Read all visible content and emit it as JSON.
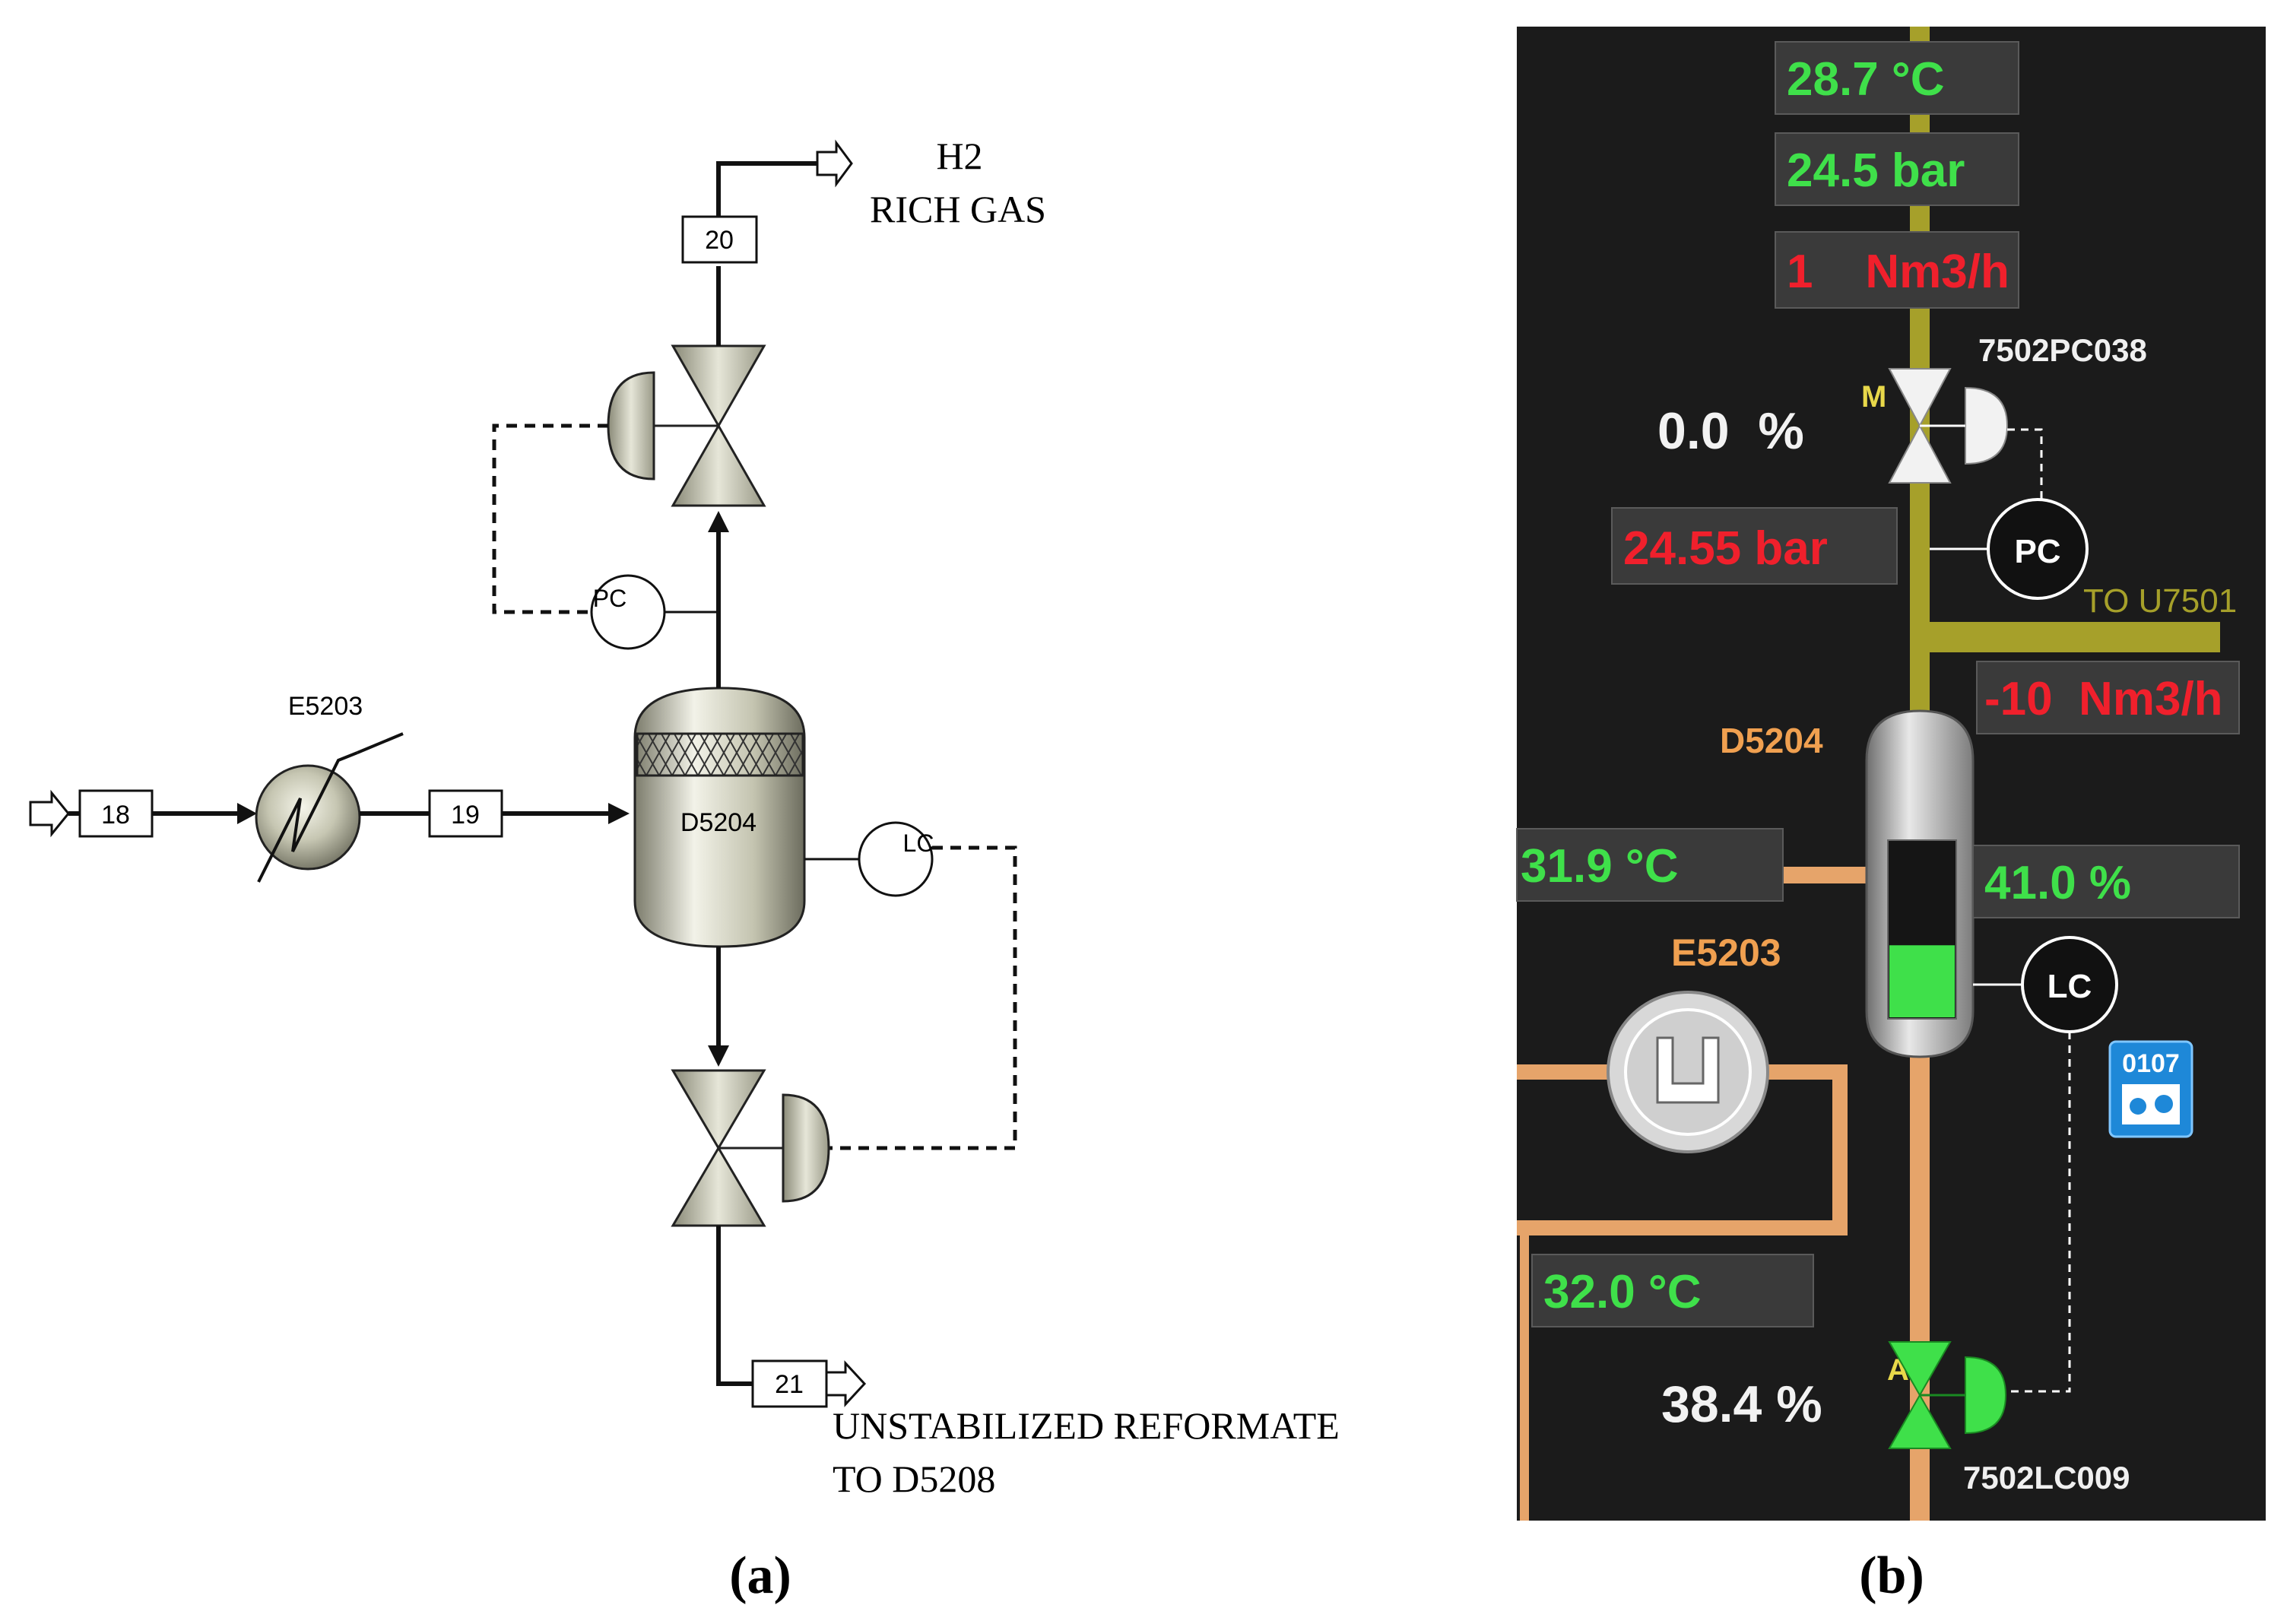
{
  "panel_a": {
    "caption": "(a)",
    "streams": [
      "18",
      "19",
      "20",
      "21"
    ],
    "exchanger": "E5203",
    "drum": "D5204",
    "pc": "PC",
    "lc": "LC",
    "outlet_top": [
      "H2",
      "RICH GAS"
    ],
    "outlet_bottom": [
      "UNSTABILIZED REFORMATE",
      "TO D5208"
    ]
  },
  "panel_b": {
    "caption": "(b)",
    "readings": {
      "temp_top": "28.7 °C",
      "press_top": "24.5 bar",
      "flow_top": "1    Nm3/h",
      "pc_valve_pct": "0.0  %",
      "pc_pressure": "24.55 bar",
      "flow_branch": "-10  Nm3/h",
      "temp_in": "31.9 °C",
      "level": "41.0 %",
      "temp_exch": "32.0 °C",
      "lc_valve_pct": "38.4 %"
    },
    "tags": {
      "pc_tag": "7502PC038",
      "lc_tag": "7502LC009",
      "drum": "D5204",
      "exchanger": "E5203",
      "to_unit": "TO U7501",
      "mode_m": "M",
      "mode_a": "A",
      "pc": "PC",
      "lc": "LC",
      "badge": "0107"
    },
    "level_fraction": 0.41,
    "colors": {
      "background": "#1b1b1b",
      "good_value": "#3fe04a",
      "alarm_value": "#f0202c",
      "gas_line": "#a6a02a",
      "liquid_line": "#e6a46a"
    }
  }
}
